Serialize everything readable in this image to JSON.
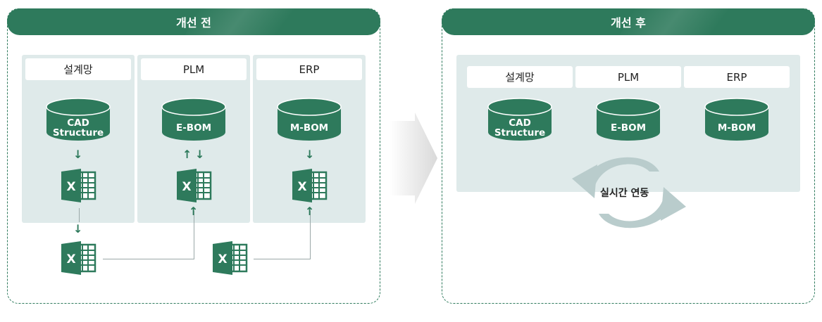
{
  "before": {
    "title": "개선 전",
    "columns": [
      {
        "label": "설계망",
        "db_lines": [
          "CAD",
          "Structure"
        ]
      },
      {
        "label": "PLM",
        "db_lines": [
          "E-BOM"
        ]
      },
      {
        "label": "ERP",
        "db_lines": [
          "M-BOM"
        ]
      }
    ],
    "arrows": {
      "down": "↓",
      "up": "↑"
    }
  },
  "after": {
    "title": "개선 후",
    "columns": [
      {
        "label": "설계망",
        "db_lines": [
          "CAD",
          "Structure"
        ]
      },
      {
        "label": "PLM",
        "db_lines": [
          "E-BOM"
        ]
      },
      {
        "label": "ERP",
        "db_lines": [
          "M-BOM"
        ]
      }
    ],
    "sync_label": "실시간 연동"
  },
  "icons": {
    "spreadsheet": "excel-icon",
    "database": "database-icon",
    "transition": "big-arrow-icon",
    "sync": "cycle-arrows-icon"
  },
  "colors": {
    "primary": "#2e7a5c",
    "column_bg": "#dfeaea",
    "cycle": "#b9cccc"
  }
}
